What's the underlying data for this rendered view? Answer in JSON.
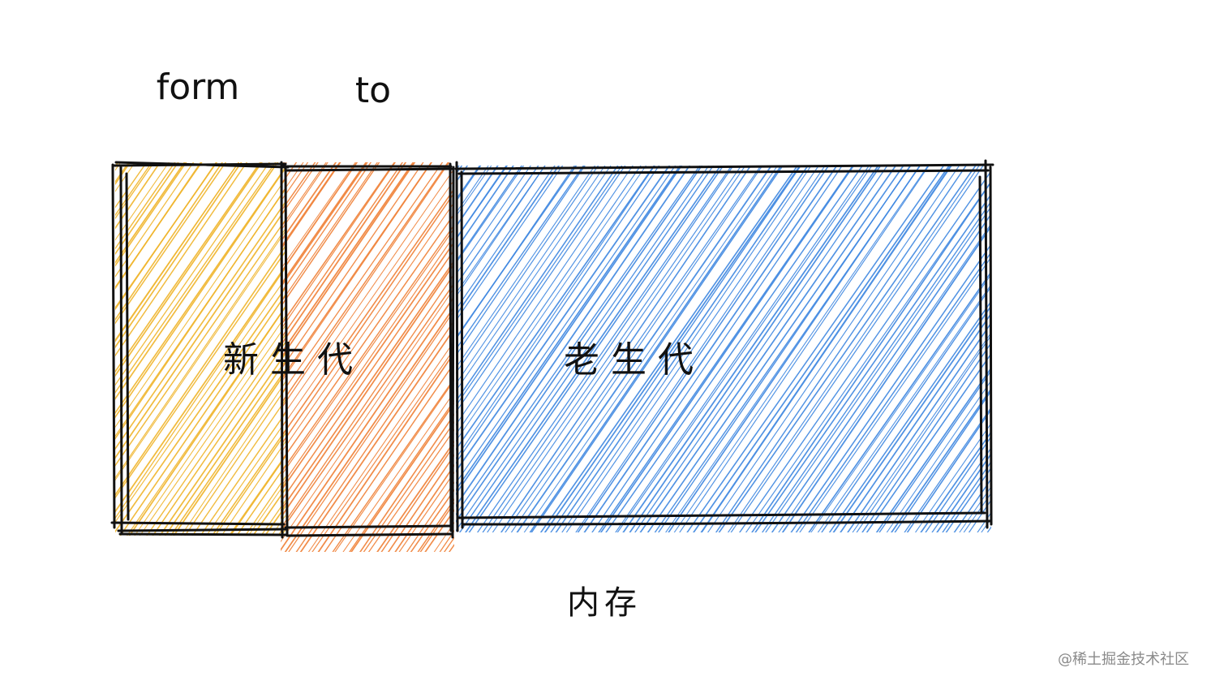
{
  "labels": {
    "from": "form",
    "to": "to",
    "young_generation": "新生代",
    "old_generation": "老生代",
    "memory": "内存"
  },
  "watermark": "@稀土掘金技术社区",
  "colors": {
    "from_space": "#f0b429",
    "to_space": "#ef7f35",
    "old_space": "#3d86e0",
    "outline": "#111111"
  }
}
